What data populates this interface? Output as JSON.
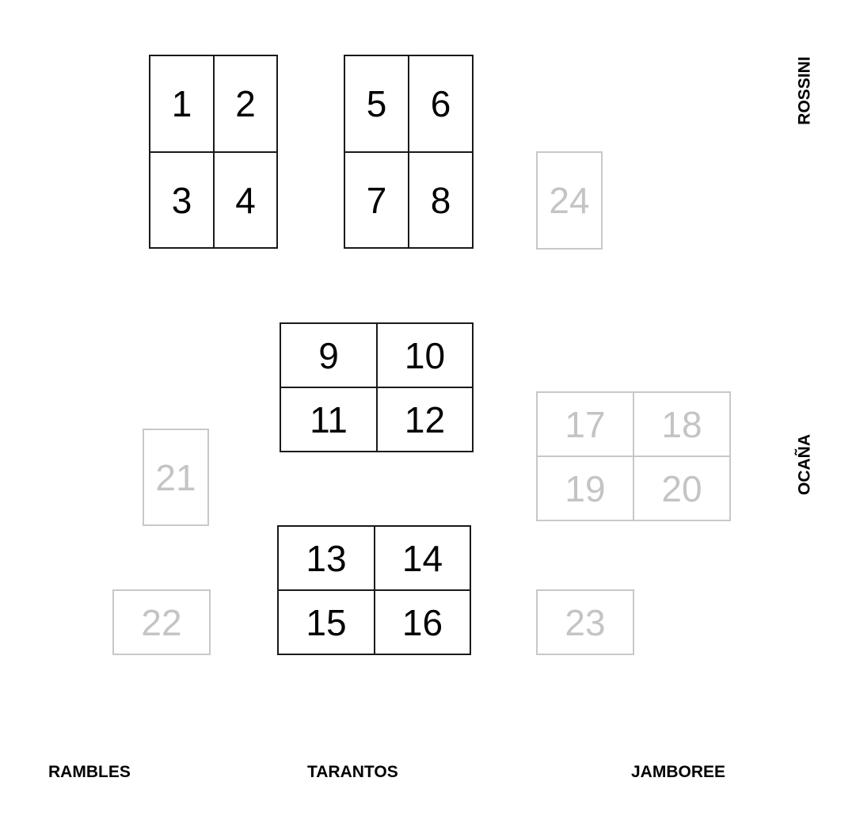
{
  "tables": [
    {
      "label": "1",
      "status": "available"
    },
    {
      "label": "2",
      "status": "available"
    },
    {
      "label": "3",
      "status": "available"
    },
    {
      "label": "4",
      "status": "available"
    },
    {
      "label": "5",
      "status": "available"
    },
    {
      "label": "6",
      "status": "available"
    },
    {
      "label": "7",
      "status": "available"
    },
    {
      "label": "8",
      "status": "available"
    },
    {
      "label": "9",
      "status": "available"
    },
    {
      "label": "10",
      "status": "available"
    },
    {
      "label": "11",
      "status": "available"
    },
    {
      "label": "12",
      "status": "available"
    },
    {
      "label": "13",
      "status": "available"
    },
    {
      "label": "14",
      "status": "available"
    },
    {
      "label": "15",
      "status": "available"
    },
    {
      "label": "16",
      "status": "available"
    },
    {
      "label": "17",
      "status": "unavailable"
    },
    {
      "label": "18",
      "status": "unavailable"
    },
    {
      "label": "19",
      "status": "unavailable"
    },
    {
      "label": "20",
      "status": "unavailable"
    },
    {
      "label": "21",
      "status": "unavailable"
    },
    {
      "label": "22",
      "status": "unavailable"
    },
    {
      "label": "23",
      "status": "unavailable"
    },
    {
      "label": "24",
      "status": "unavailable"
    }
  ],
  "streets": {
    "rossini": "ROSSINI",
    "ocana": "OCAÑA",
    "rambles": "RAMBLES",
    "tarantos": "TARANTOS",
    "jamboree": "JAMBOREE"
  },
  "colors": {
    "available_border": "#1a1a1a",
    "available_text": "#000000",
    "unavailable_border": "#c8c8c8",
    "unavailable_text": "#c4c4c4"
  }
}
